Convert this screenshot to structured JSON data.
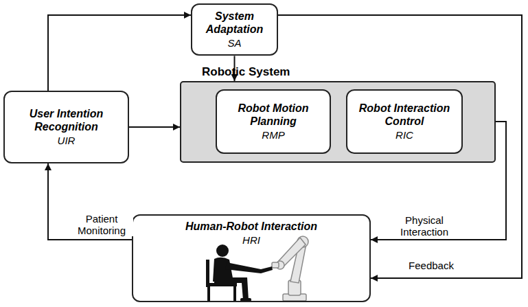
{
  "diagram": {
    "nodes": [
      {
        "text": [
          "System Adaptation",
          "SA"
        ]
      },
      {
        "text": [
          "Robotic System"
        ]
      },
      {
        "text": [
          "Robot Motion Planning",
          "RMP"
        ],
        "in": 1
      },
      {
        "text": [
          "Robot Interaction Control",
          "RIC"
        ],
        "in": 1
      },
      {
        "text": [
          "User Intention Recognition",
          "UIR"
        ]
      },
      {
        "text": [
          "Human-Robot Interaction",
          "HRI"
        ]
      }
    ],
    "edges": [
      {
        "from": 4,
        "to": 0,
        "arrow": "to"
      },
      {
        "from": 0,
        "to": 1,
        "arrow": "to"
      },
      {
        "from": 4,
        "to": 1,
        "arrow": "to"
      },
      {
        "from": 2,
        "to": 3,
        "arrow": "to"
      },
      {
        "from": 3,
        "to": 5,
        "label": "Physical Interaction",
        "arrow": "to"
      },
      {
        "from": 5,
        "to": 4,
        "label": "Patient Monitoring",
        "arrow": "to"
      },
      {
        "from": 0,
        "to": 5,
        "label": "Feedback",
        "arrow": "to"
      }
    ]
  }
}
